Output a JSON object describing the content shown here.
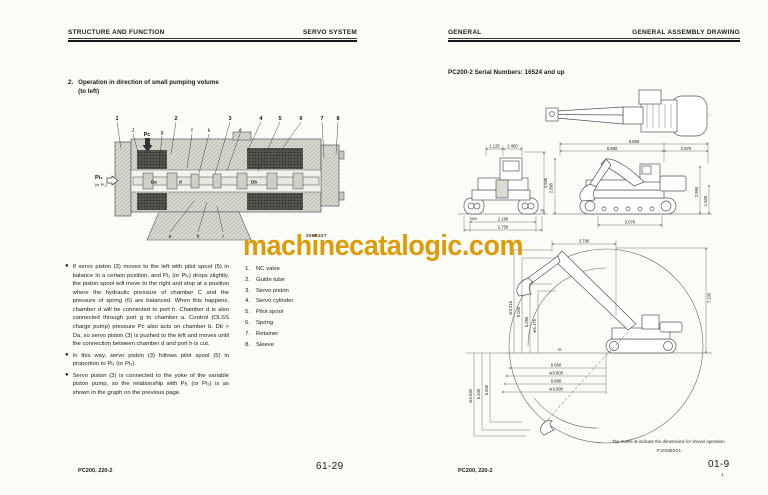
{
  "watermark": {
    "text": "machinecatalogic.com",
    "color": "#DB9C07"
  },
  "left_page": {
    "header": {
      "left": "STRUCTURE AND FUNCTION",
      "right": "SERVO SYSTEM"
    },
    "heading": {
      "number": "2.",
      "line1": "Operation in direction of small pumping volume",
      "line2": "(to left)"
    },
    "figure": {
      "code": "206F227",
      "labels": {
        "n1": "1",
        "j": "J",
        "pc": "Pc",
        "g": "g",
        "n2": "2",
        "f": "f",
        "k": "k",
        "n3": "3",
        "d": "d",
        "n4": "4",
        "n5": "5",
        "n6": "6",
        "n7": "7",
        "n8": "8",
        "pi": "Pi₁",
        "pi_sub": "(or Pi₂)",
        "e": "e",
        "h": "h",
        "i": "i",
        "da": "Da",
        "d_inner": "d",
        "db": "Db"
      }
    },
    "bullets": [
      "If servo piston (3) moves to the left with pilot spool (5) in balance in a certain position, and Pi₁ (or Pi₂) drops slightly, the piston spool will move to the right and stop at a position where the hydraulic pressure of chamber C and the pressure of spring (6) are balanced. When this happens, chamber d will be connected to port h. Chamber d is also connected through port g to chamber a. Control (OLSS charge pump) pressure Pc also acts on chamber b. Db > Da, so servo piston (3) is pushed to the left and moves until the connection between chamber d and port h is cut.",
      "In this way, servo piston (3) follows pilot spool (5) in proportion to Pi₁ (or Pi₂).",
      "Servo piston (3) is connected to the yoke of the variable piston pump, so the relationship with Pi₁ (or Pi₂) is as shown in the graph on the previous page."
    ],
    "parts_list": [
      {
        "num": "1.",
        "name": "NC valve"
      },
      {
        "num": "2.",
        "name": "Guide tube"
      },
      {
        "num": "3.",
        "name": "Servo piston"
      },
      {
        "num": "4.",
        "name": "Servo cylinder"
      },
      {
        "num": "5.",
        "name": "Pilot spool"
      },
      {
        "num": "6.",
        "name": "Spring"
      },
      {
        "num": "7.",
        "name": "Retainer"
      },
      {
        "num": "8.",
        "name": "Sleeve"
      }
    ],
    "footer": {
      "model": "PC200, 220-2",
      "page": "61-29"
    }
  },
  "right_page": {
    "header": {
      "left": "GENERAL",
      "right": "GENERAL ASSEMBLY DRAWING"
    },
    "serial_title": "PC200-2  Serial Numbers:  16524 and up",
    "rear_view": {
      "dim_top_left": "1.125",
      "dim_top_right": "1.450",
      "dim_height": "2.935",
      "dim_gauge": "2.180",
      "dim_width": "2.750",
      "dim_shoe": "600",
      "gl": "GL"
    },
    "side_view": {
      "dim_length": "9.850",
      "dim_front": "6.980",
      "dim_rear": "2.870",
      "dim_height_left": "2.895",
      "dim_height_right": "2.950",
      "dim_track_height": "1.600",
      "dim_track_length": "3.070"
    },
    "work_range": {
      "dim_top": "3.790",
      "dim_right": "7.105",
      "heights": [
        "⊛9.315",
        "9.000",
        "6.295",
        "⊛6.175"
      ],
      "depths": [
        "⊛6.630",
        "6.430",
        "5.840"
      ],
      "reaches": [
        "9.660",
        "⊛9.805",
        "9.880",
        "⊛9.990"
      ],
      "gl": "GL"
    },
    "note": "The marks ⊛ indicate the dimensions for shovel operation.",
    "figure_code": "F205B001",
    "footer": {
      "model": "PC200, 220-2",
      "page": "01-9",
      "sub": "1"
    }
  }
}
